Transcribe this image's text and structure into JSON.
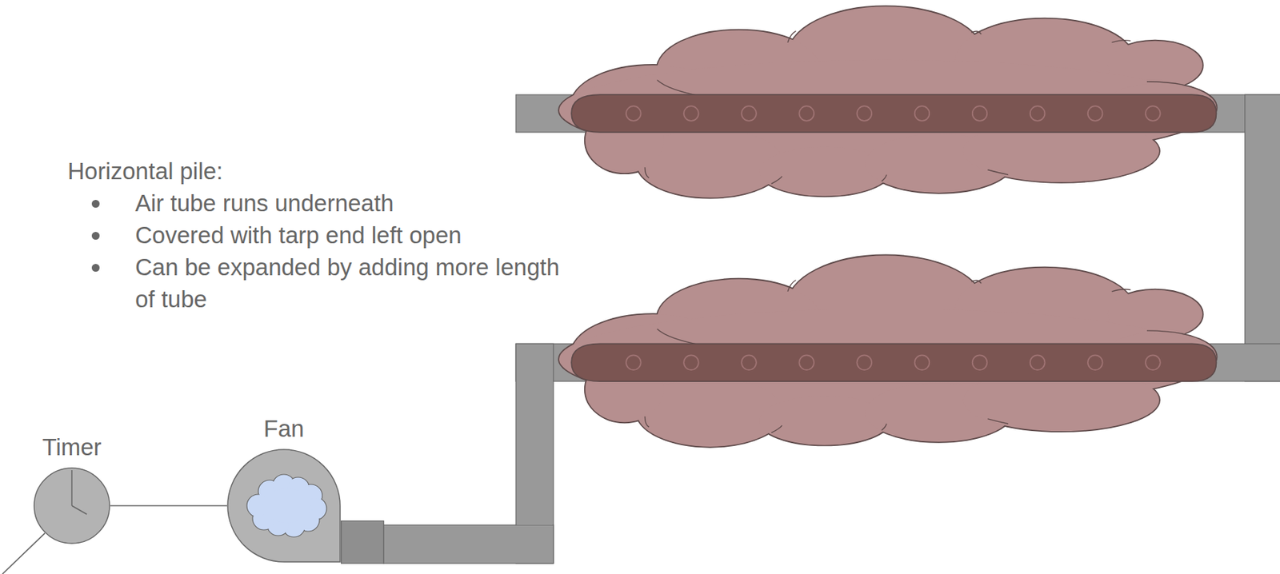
{
  "diagram": {
    "nodes": [
      {
        "text": [
          "Timer"
        ]
      },
      {
        "text": [
          "Fan"
        ]
      }
    ],
    "edges": [
      {
        "from": 0,
        "to": 1,
        "arrow": "none"
      }
    ],
    "labels": [
      "Horizontal pile:",
      "Air tube runs underneath",
      "Covered with tarp end left open",
      "Can be expanded by adding more length of tube"
    ]
  }
}
